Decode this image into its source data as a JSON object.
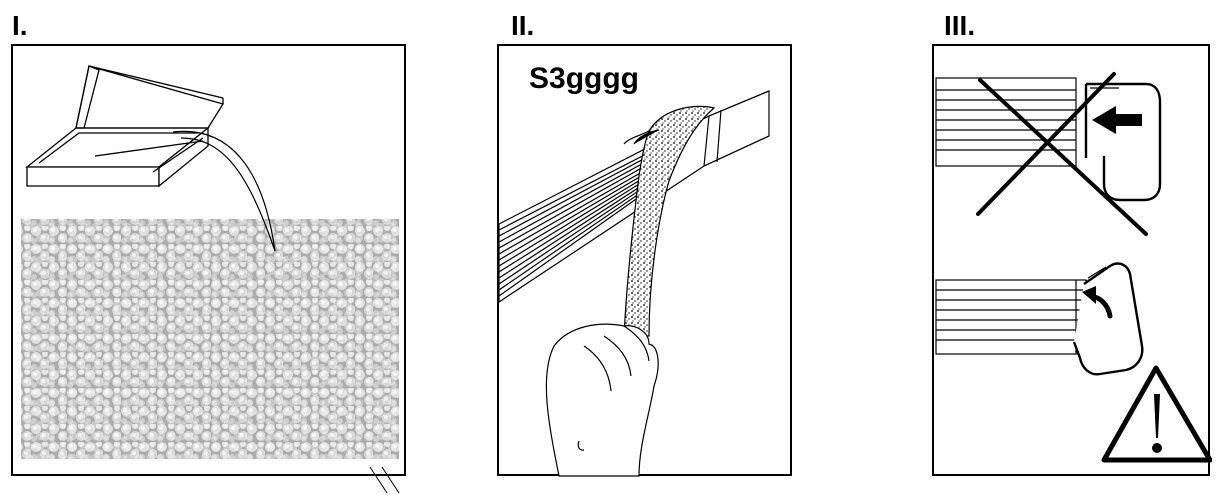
{
  "steps": [
    {
      "label": "I."
    },
    {
      "label": "II.",
      "code": "S3gggg"
    },
    {
      "label": "III."
    }
  ]
}
